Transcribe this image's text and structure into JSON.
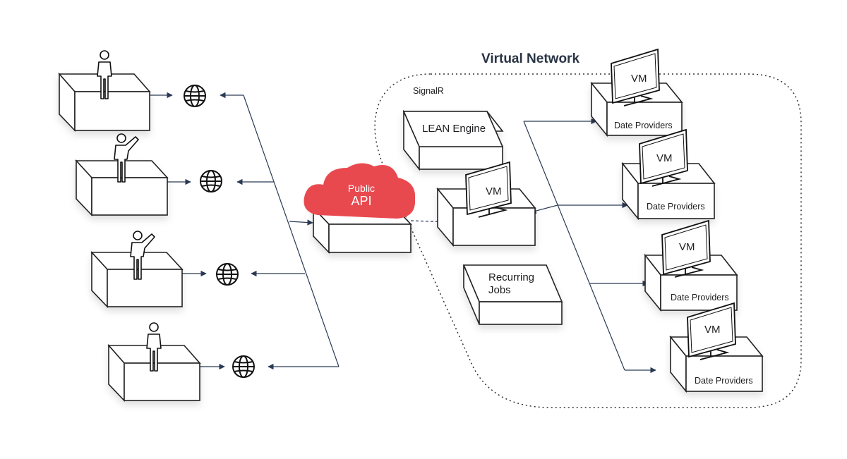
{
  "network": {
    "title": "Virtual Network",
    "signalr_label": "SignalR"
  },
  "public_api": {
    "line1": "Public",
    "line2": "API"
  },
  "services": {
    "lean_engine": "LEAN Engine",
    "recurring_jobs_line1": "Recurring",
    "recurring_jobs_line2": "Jobs",
    "vm_label": "VM"
  },
  "providers": [
    {
      "vm_label": "VM",
      "label": "Date Providers"
    },
    {
      "vm_label": "VM",
      "label": "Date Providers"
    },
    {
      "vm_label": "VM",
      "label": "Date Providers"
    },
    {
      "vm_label": "VM",
      "label": "Date Providers"
    }
  ],
  "colors": {
    "cloud": "#e8494f",
    "connector": "#2a3a55",
    "outline": "#222222"
  },
  "icons": {
    "user": "person-icon",
    "web": "globe-icon",
    "monitor": "monitor-icon",
    "cloud": "cloud-icon"
  }
}
